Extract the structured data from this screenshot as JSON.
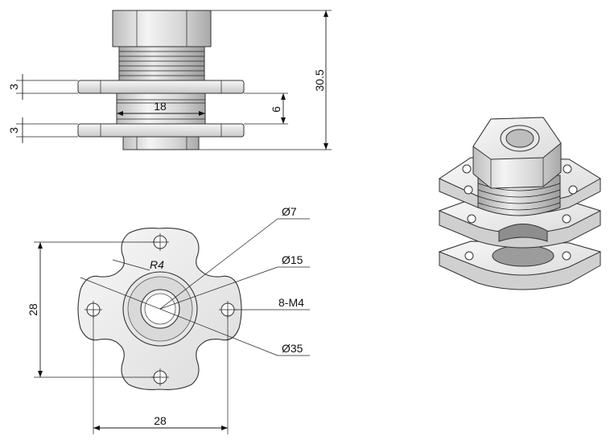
{
  "dimensions": {
    "flange_thickness_top": "3",
    "flange_thickness_bottom": "3",
    "bore_diameter_side": "18",
    "flange_gap": "6",
    "total_height": "30.5",
    "hole_diameter": "Ø7",
    "boss_diameter": "Ø15",
    "mount_holes": "8-M4",
    "flange_diameter": "Ø35",
    "notch_radius": "R4",
    "hole_spacing_vertical": "28",
    "hole_spacing_horizontal": "28"
  },
  "colors": {
    "metal_light": "#eeeeee",
    "metal_mid": "#d2d2d2",
    "metal_dark": "#9a9a9a",
    "line": "#1a1a1a"
  }
}
